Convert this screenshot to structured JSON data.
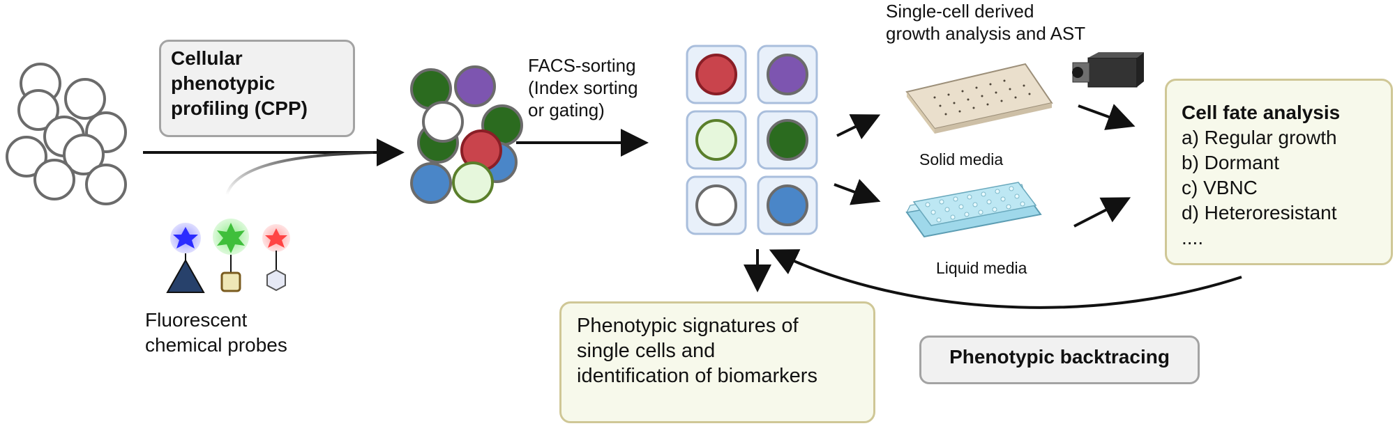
{
  "cpp": {
    "line1": "Cellular",
    "line2": "phenotypic",
    "line3": "profiling (CPP)"
  },
  "probes": {
    "line1": "Fluorescent",
    "line2": "chemical probes"
  },
  "facs": {
    "line1": "FACS-sorting",
    "line2": "(Index sorting",
    "line3": "or gating)"
  },
  "growth": {
    "line1": "Single-cell derived",
    "line2": "growth analysis and AST"
  },
  "solid_media": "Solid media",
  "liquid_media": "Liquid media",
  "fate": {
    "title": "Cell fate analysis",
    "items": [
      "a) Regular growth",
      "b) Dormant",
      "c) VBNC",
      "d) Heteroresistant",
      "...."
    ]
  },
  "signatures": {
    "line1": "Phenotypic signatures of",
    "line2": "single cells and",
    "line3": "identification of biomarkers"
  },
  "backtracing": "Phenotypic backtracing",
  "colors": {
    "dark_green": "#2b6b1f",
    "purple": "#7d55b0",
    "red": "#c9444c",
    "blue": "#4a86c8",
    "light_green": "#e6f7dc",
    "well_frame": "#e8f0fa"
  },
  "icons": [
    "star-probe-blue",
    "star-probe-green",
    "star-probe-red",
    "camera-icon"
  ]
}
